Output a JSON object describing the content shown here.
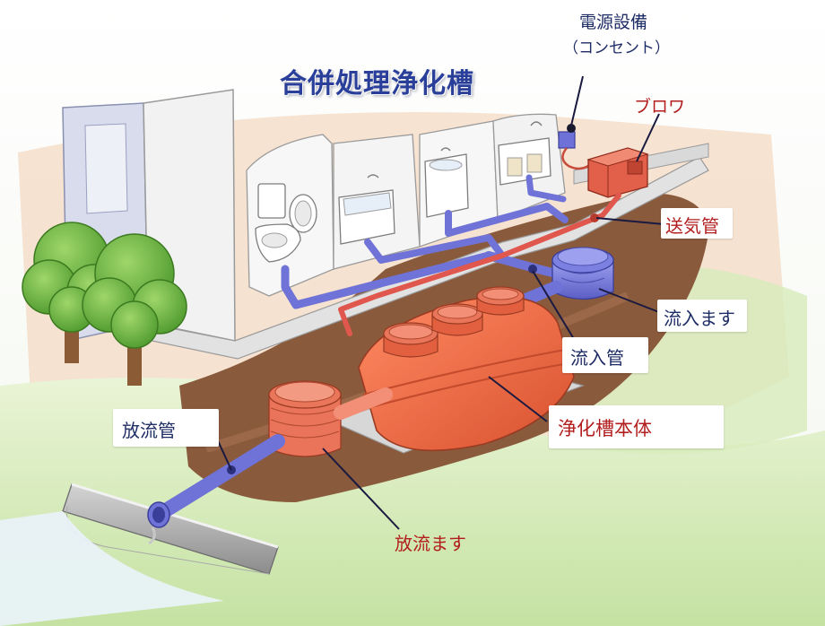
{
  "title": "合併処理浄化槽",
  "labels": {
    "power_line1": "電源設備",
    "power_line2": "（コンセント）",
    "blower": "ブロワ",
    "air_pipe": "送気管",
    "inlet_basin": "流入ます",
    "inlet_pipe": "流入管",
    "tank_body": "浄化槽本体",
    "discharge_pipe": "放流管",
    "discharge_basin": "放流ます"
  },
  "colors": {
    "title": "#2a3f9a",
    "label_red": "#b21e1e",
    "label_dark": "#1f2d66",
    "pipe_blue": "#6f72d6",
    "air_pipe_red": "#e0584d",
    "tank_orange": "#f06a45",
    "soil": "#8a5a3c"
  }
}
